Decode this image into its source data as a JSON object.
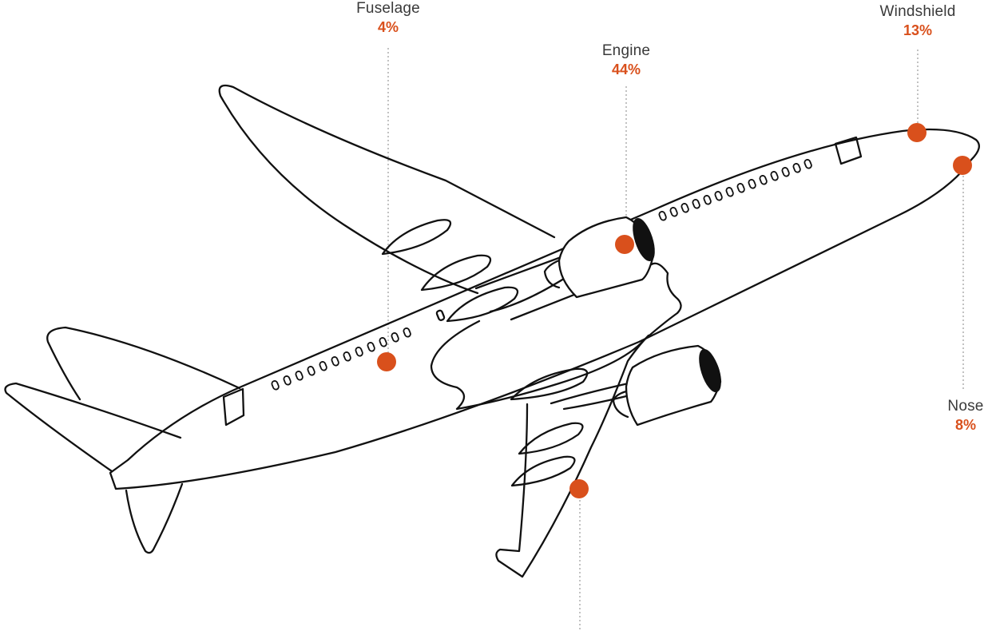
{
  "accent_color": "#d9501c",
  "outline_color": "#111111",
  "leader_color": "#a8a8a8",
  "strike_points": [
    {
      "id": "fuselage",
      "name": "Fuselage",
      "percent": "4%"
    },
    {
      "id": "engine",
      "name": "Engine",
      "percent": "44%"
    },
    {
      "id": "windshield",
      "name": "Windshield",
      "percent": "13%"
    },
    {
      "id": "nose",
      "name": "Nose",
      "percent": "8%"
    },
    {
      "id": "wing",
      "name": "",
      "percent": ""
    }
  ]
}
